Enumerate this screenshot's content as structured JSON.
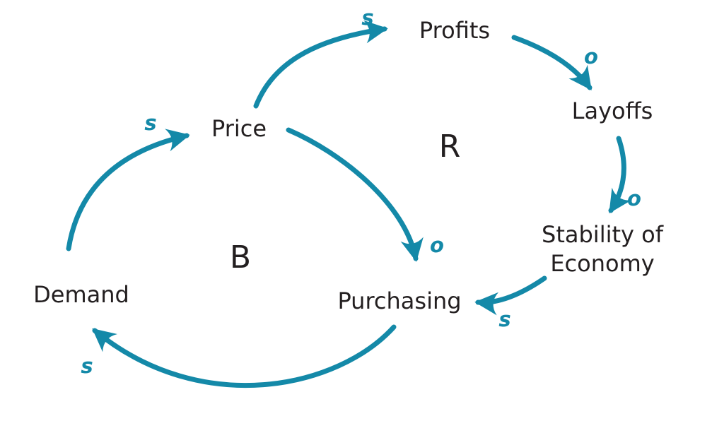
{
  "diagram": {
    "colors": {
      "arrow": "#1489A8",
      "text": "#231F20",
      "background": "#FFFFFF"
    },
    "nodes": [
      {
        "id": "profits",
        "label": "Profits",
        "lines": [
          "Profits"
        ]
      },
      {
        "id": "price",
        "label": "Price",
        "lines": [
          "Price"
        ]
      },
      {
        "id": "layoffs",
        "label": "Layoffs",
        "lines": [
          "Layoffs"
        ]
      },
      {
        "id": "stability",
        "label": "Stability of Economy",
        "lines": [
          "Stability of",
          "Economy"
        ]
      },
      {
        "id": "purchasing",
        "label": "Purchasing",
        "lines": [
          "Purchasing"
        ]
      },
      {
        "id": "demand",
        "label": "Demand",
        "lines": [
          "Demand"
        ]
      }
    ],
    "arrows": [
      {
        "id": "price-to-profits",
        "from": "Price",
        "to": "Profits",
        "polarity": "s"
      },
      {
        "id": "profits-to-layoffs",
        "from": "Profits",
        "to": "Layoffs",
        "polarity": "o"
      },
      {
        "id": "layoffs-to-stability",
        "from": "Layoffs",
        "to": "Stability of Economy",
        "polarity": "o"
      },
      {
        "id": "stability-to-purchasing",
        "from": "Stability of Economy",
        "to": "Purchasing",
        "polarity": "s"
      },
      {
        "id": "price-to-purchasing",
        "from": "Price",
        "to": "Purchasing",
        "polarity": "o"
      },
      {
        "id": "purchasing-to-demand",
        "from": "Purchasing",
        "to": "Demand",
        "polarity": "s"
      },
      {
        "id": "demand-to-price",
        "from": "Demand",
        "to": "Price",
        "polarity": "s"
      }
    ],
    "loops": [
      {
        "id": "R",
        "label": "R"
      },
      {
        "id": "B",
        "label": "B"
      }
    ]
  }
}
